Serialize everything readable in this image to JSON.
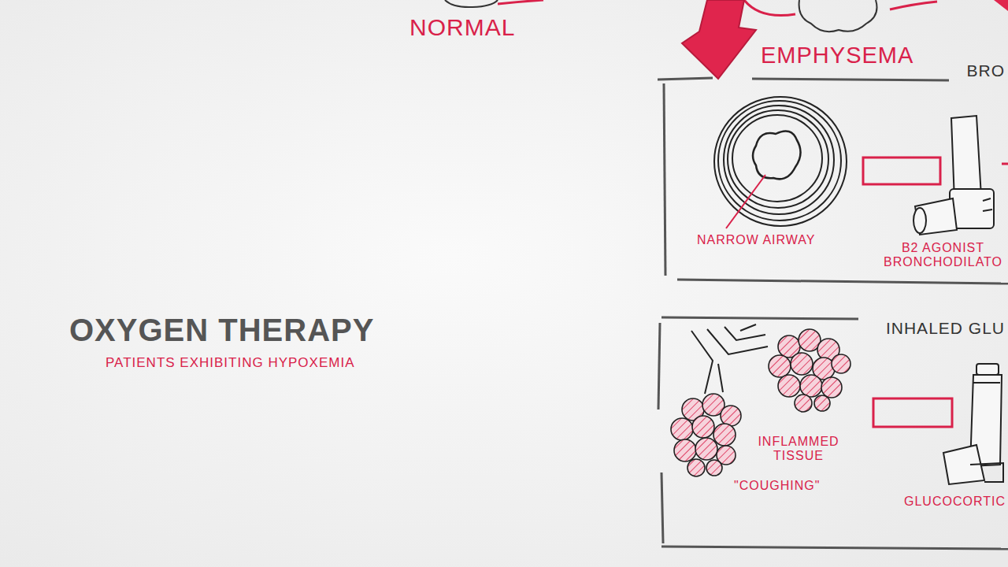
{
  "diagram": {
    "nodes": [
      {
        "text": [
          "BRO"
        ]
      },
      {
        "text": [
          "INHALED GLU"
        ]
      }
    ],
    "labels": [
      "NORMAL",
      "EMPHYSEMA",
      "NARROW AIRWAY",
      "B2 AGONIST BRONCHODILATO",
      "INFLAMMED TISSUE",
      "\"COUGHING\"",
      "GLUCOCORTIC",
      "OXYGEN THERAPY",
      "PATIENTS EXHIBITING HYPOXEMIA"
    ]
  }
}
